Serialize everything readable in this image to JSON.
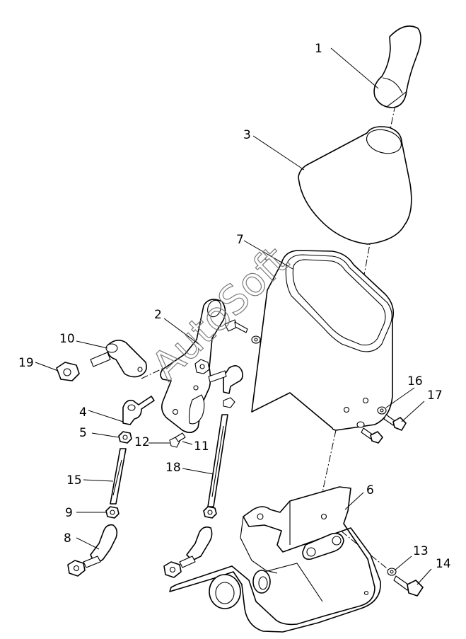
{
  "watermark": "AutoSoft",
  "labels": [
    {
      "id": "1",
      "text": "1"
    },
    {
      "id": "2",
      "text": "2"
    },
    {
      "id": "3",
      "text": "3"
    },
    {
      "id": "4",
      "text": "4"
    },
    {
      "id": "5",
      "text": "5"
    },
    {
      "id": "6",
      "text": "6"
    },
    {
      "id": "7",
      "text": "7"
    },
    {
      "id": "8",
      "text": "8"
    },
    {
      "id": "9",
      "text": "9"
    },
    {
      "id": "10",
      "text": "10"
    },
    {
      "id": "11",
      "text": "11"
    },
    {
      "id": "12",
      "text": "12"
    },
    {
      "id": "13",
      "text": "13"
    },
    {
      "id": "14",
      "text": "14"
    },
    {
      "id": "15",
      "text": "15"
    },
    {
      "id": "16",
      "text": "16"
    },
    {
      "id": "17",
      "text": "17"
    },
    {
      "id": "18",
      "text": "18"
    },
    {
      "id": "19",
      "text": "19"
    }
  ]
}
